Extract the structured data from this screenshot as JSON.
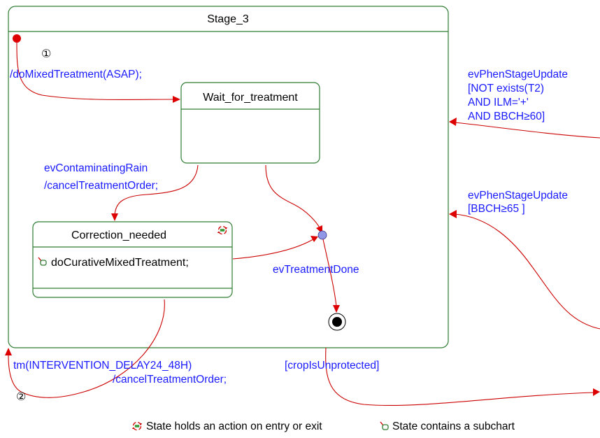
{
  "states": {
    "stage3": {
      "name": "Stage_3"
    },
    "wait": {
      "name": "Wait_for_treatment"
    },
    "correction": {
      "name": "Correction_needed",
      "action": "doCurativeMixedTreatment;"
    }
  },
  "transitions": {
    "initial_action": "/doMixedTreatment(ASAP);",
    "rain_event": "evContaminatingRain",
    "rain_action": "/cancelTreatmentOrder;",
    "treatment_done": "evTreatmentDone",
    "phen1_line1": "evPhenStageUpdate",
    "phen1_line2": "[NOT exists(T2)",
    "phen1_line3": "AND ILM='+'",
    "phen1_line4": "AND BBCH≥60]",
    "phen2_line1": "evPhenStageUpdate",
    "phen2_line2": "[BBCH≥65 ]",
    "timeout_line1": "tm(INTERVENTION_DELAY24_48H)",
    "timeout_line2": "/cancelTreatmentOrder;",
    "unprotected": "[cropIsUnprotected]"
  },
  "markers": {
    "one": "①",
    "two": "②"
  },
  "legend": {
    "entry_exit": "State holds an action on entry or exit",
    "subchart": "State contains a subchart"
  },
  "icons": {
    "entry_exit": "entry-exit-action-icon",
    "subchart": "subchart-icon"
  },
  "colors": {
    "state_border": "#2e7d32",
    "transition": "#cc0000",
    "label": "#1a1aff",
    "history_node": "#8f97e6"
  }
}
